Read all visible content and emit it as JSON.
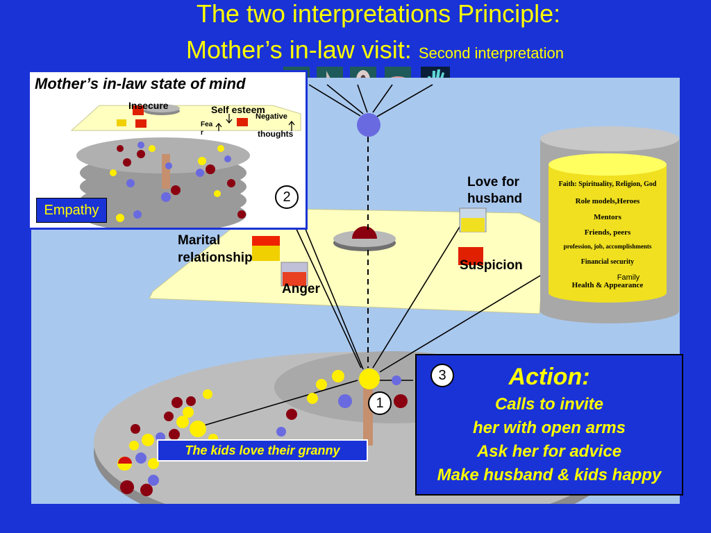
{
  "title": {
    "line1": "The two interpretations Principle:",
    "line2": "Mother’s in-law visit: ",
    "line2_sub": "Second interpretation"
  },
  "inset": {
    "title": "Mother’s in-law state of mind",
    "insecure": "Insecure",
    "self_esteem": "Self esteem",
    "negative": "Negative",
    "thoughts": "thoughts",
    "fear": "Fea\nr",
    "empathy": "Empathy"
  },
  "labels": {
    "love_for_husband": "Love for\nhusband",
    "marital_relationship": "Marital\nrelationship",
    "anger": "Anger",
    "suspicion": "Suspicion"
  },
  "cylinder_bands": [
    "Faith: Spirituality, Religion, God",
    "Role models,Heroes",
    "Mentors",
    "Friends, peers",
    "profession, job, accomplishments",
    "Financial security",
    "Family",
    "Health & Appearance"
  ],
  "numbers": {
    "one": "1",
    "two": "2",
    "three": "3"
  },
  "action": {
    "title": "Action:",
    "lines": [
      "Calls to invite",
      "her with open arms",
      "Ask her for advice",
      "Make husband & kids happy"
    ]
  },
  "kids_label": "The kids love their granny",
  "colors": {
    "background": "#1a33d6",
    "title": "#ffff00",
    "stage": "#a9c8ee",
    "platform": "#ffffc0"
  }
}
